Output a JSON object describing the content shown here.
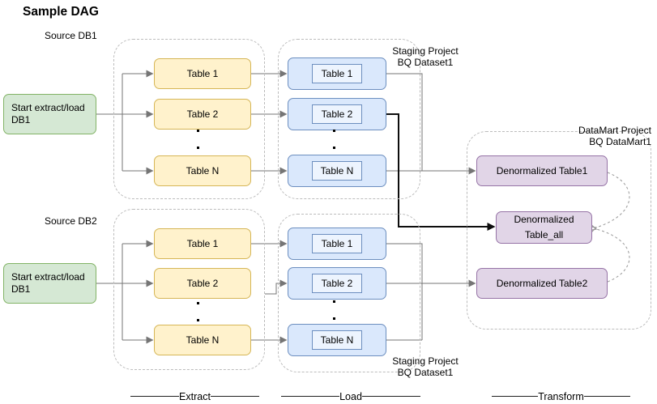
{
  "title": "Sample DAG",
  "sources": [
    {
      "label": "Source DB1",
      "start_box": "Start extract/load DB1",
      "extract_tables": [
        "Table 1",
        "Table 2",
        "Table N"
      ],
      "load_tables": [
        "Table 1",
        "Table 2",
        "Table N"
      ],
      "staging": {
        "line1": "Staging Project",
        "line2": "BQ Dataset1"
      }
    },
    {
      "label": "Source DB2",
      "start_box": "Start extract/load DB1",
      "extract_tables": [
        "Table 1",
        "Table 2",
        "Table N"
      ],
      "load_tables": [
        "Table 1",
        "Table 2",
        "Table N"
      ],
      "staging": {
        "line1": "Staging Project",
        "line2": "BQ Dataset1"
      }
    }
  ],
  "datamart": {
    "label": {
      "line1": "DataMart Project",
      "line2": "BQ DataMart1"
    },
    "tables": [
      "Denormalized Table1",
      "Denormalized Table_all",
      "Denormalized Table2"
    ]
  },
  "phases": [
    "Extract",
    "Load",
    "Transform"
  ],
  "colors": {
    "green_fill": "#d5e8d4",
    "green_border": "#82b366",
    "yellow_fill": "#fff2cc",
    "yellow_border": "#d6b656",
    "blue_fill": "#dae8fc",
    "blue_border": "#6c8ebf",
    "purple_fill": "#e1d5e7",
    "purple_border": "#9673a6",
    "connector": "#757575",
    "emphasis_connector": "#0d0d0d",
    "container_border": "#bcbcbc",
    "dashed_curve": "#999999"
  }
}
